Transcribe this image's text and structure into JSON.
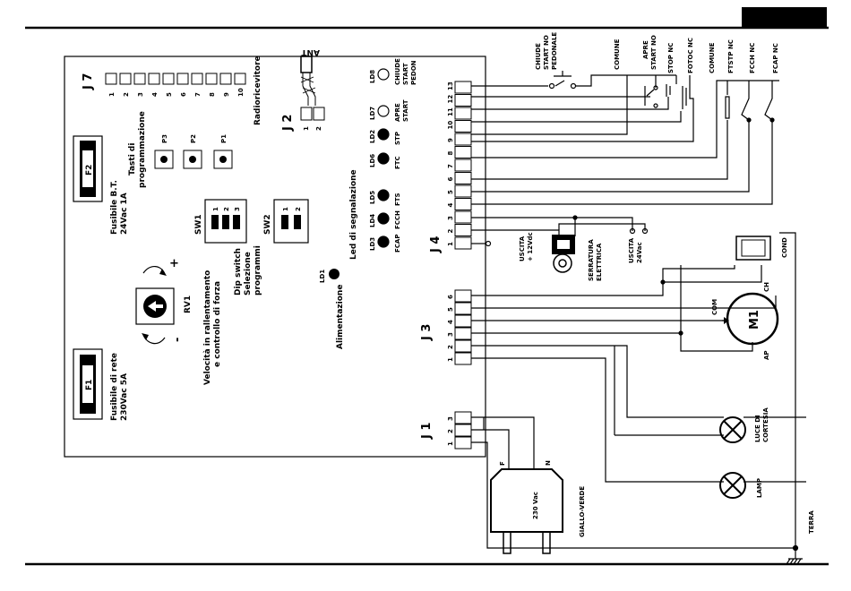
{
  "board": {
    "connectors": {
      "j1": "J 1",
      "j2": "J 2",
      "j3": "J 3",
      "j4": "J 4",
      "j7": "J 7",
      "ant": "ANT"
    },
    "j7_pins": [
      "1",
      "2",
      "3",
      "4",
      "5",
      "6",
      "7",
      "8",
      "9",
      "10"
    ],
    "j4_pins": [
      "1",
      "2",
      "3",
      "4",
      "5",
      "6",
      "7",
      "8",
      "9",
      "10",
      "11",
      "12",
      "13"
    ],
    "j3_pins": [
      "1",
      "2",
      "3",
      "4",
      "5",
      "6"
    ],
    "j1_pins": [
      "1",
      "2",
      "3"
    ],
    "j2_pins": [
      "1",
      "2"
    ],
    "labels": {
      "radioricevitore": "Radioricevitore",
      "tasti_1": "Tasti di",
      "tasti_2": "programmazione",
      "p1": "P1",
      "p2": "P2",
      "p3": "P3",
      "fuse_bt_1": "Fusibile B.T.",
      "fuse_bt_2": "24Vac 1A",
      "f2": "F2",
      "fuse_rete_1": "Fusibile di rete",
      "fuse_rete_2": "230Vac 5A",
      "f1": "F1",
      "sw1": "SW1",
      "sw2": "SW2",
      "dip_1": "Dip switch",
      "dip_2": "Selezione",
      "dip_3": "programmi",
      "led_segnalazione": "Led di segnalazione",
      "ld1": "LD1",
      "alimentazione": "Alimentazione",
      "rv1": "RV1",
      "vel_1": "Velocità in rallentamento",
      "vel_2": "e controllo di forza",
      "plus": "+",
      "minus": "-"
    },
    "leds": [
      {
        "id": "LD8",
        "func": [
          "CHIUDE",
          "START",
          "PEDON"
        ],
        "filled": false
      },
      {
        "id": "LD7",
        "func": [
          "APRE",
          "START"
        ],
        "filled": false
      },
      {
        "id": "LD2",
        "func": [
          "STP"
        ],
        "filled": true
      },
      {
        "id": "LD6",
        "func": [
          "FTC"
        ],
        "filled": true
      },
      {
        "id": "LD5",
        "func": [
          "FTS"
        ],
        "filled": true
      },
      {
        "id": "LD4",
        "func": [
          "FCCH"
        ],
        "filled": true
      },
      {
        "id": "LD3",
        "func": [
          "FCAP"
        ],
        "filled": true
      }
    ],
    "sw1_nums": [
      "1",
      "2",
      "3"
    ],
    "sw2_nums": [
      "1",
      "2"
    ]
  },
  "external": {
    "chiude_1": "CHIUDE",
    "chiude_2": "START NO",
    "chiude_3": "PEDONALE",
    "comune_1": "COMUNE",
    "apre_1": "APRE",
    "apre_2": "START NO",
    "stop_nc": "STOP NC",
    "fotoc_nc": "FOTOC NC",
    "comune_2": "COMUNE",
    "ftstp_nc": "FTSTP NC",
    "fcch_nc": "FCCH NC",
    "fcap_nc": "FCAP NC",
    "uscita12_1": "USCITA",
    "uscita12_2": "+ 12Vdc",
    "serratura_1": "SERRATURA",
    "serratura_2": "ELETTRICA",
    "uscita24_1": "USCITA",
    "uscita24_2": "24Vac",
    "cond": "COND",
    "com": "COM",
    "ch": "CH",
    "ap": "AP",
    "m1": "M1",
    "luce_1": "LUCE DI",
    "luce_2": "CORTESIA",
    "lamp": "LAMP",
    "terra": "TERRA",
    "giallo_verde": "GIALLO-VERDE",
    "vac230": "230 Vac",
    "f": "F",
    "n": "N"
  }
}
